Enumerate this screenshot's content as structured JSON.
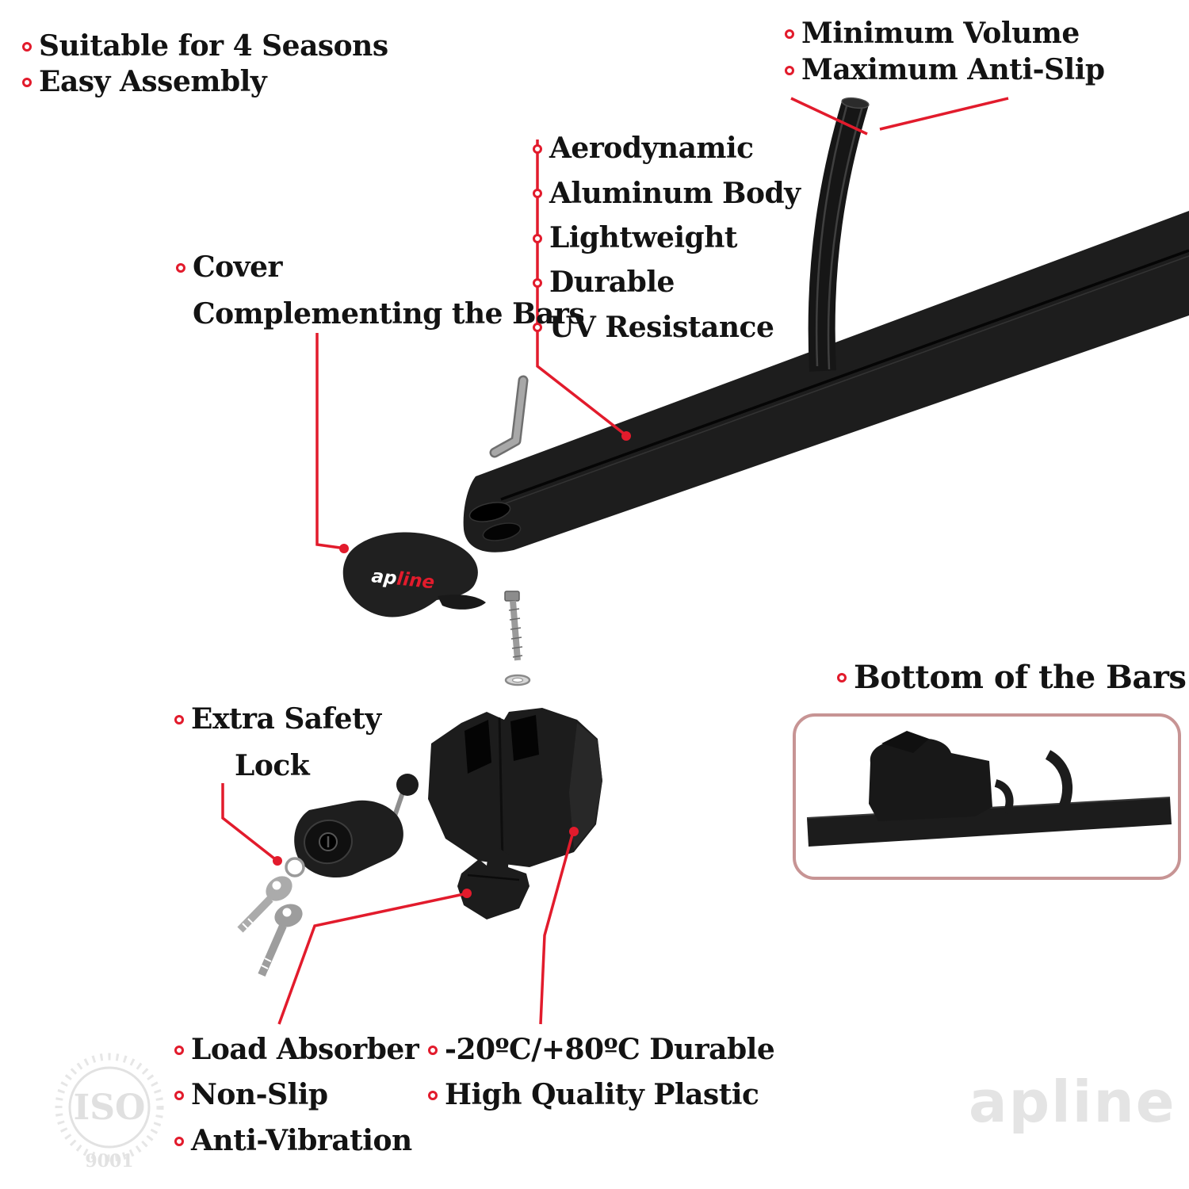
{
  "colors": {
    "accent": "#e21b2c",
    "product_dark": "#1c1c1c",
    "watermark_gray": "#e3e3e3"
  },
  "labels": {
    "top_left": {
      "items": [
        "Suitable for 4 Seasons",
        "Easy Assembly"
      ]
    },
    "top_right": {
      "items": [
        "Minimum Volume",
        "Maximum Anti-Slip"
      ]
    },
    "bar_features": {
      "items": [
        "Aerodynamic",
        "Aluminum Body",
        "Lightweight",
        "Durable",
        "UV Resistance"
      ]
    },
    "cover": {
      "line1": "Cover",
      "line2": "Complementing the Bars"
    },
    "safety_lock": {
      "line1": "Extra Safety",
      "line2": "Lock"
    },
    "bottom_bars_title": "Bottom of the Bars",
    "foot_features": {
      "items": [
        "Load Absorber",
        "Non-Slip",
        "Anti-Vibration"
      ]
    },
    "plastic_features": {
      "items": [
        "-20ºC/+80ºC Durable",
        "High Quality Plastic"
      ]
    }
  },
  "brand": {
    "cover_logo_prefix": "ap",
    "cover_logo_suffix": "line",
    "watermark_text": "apline",
    "iso_text": "ISO",
    "iso_number": "9001"
  }
}
